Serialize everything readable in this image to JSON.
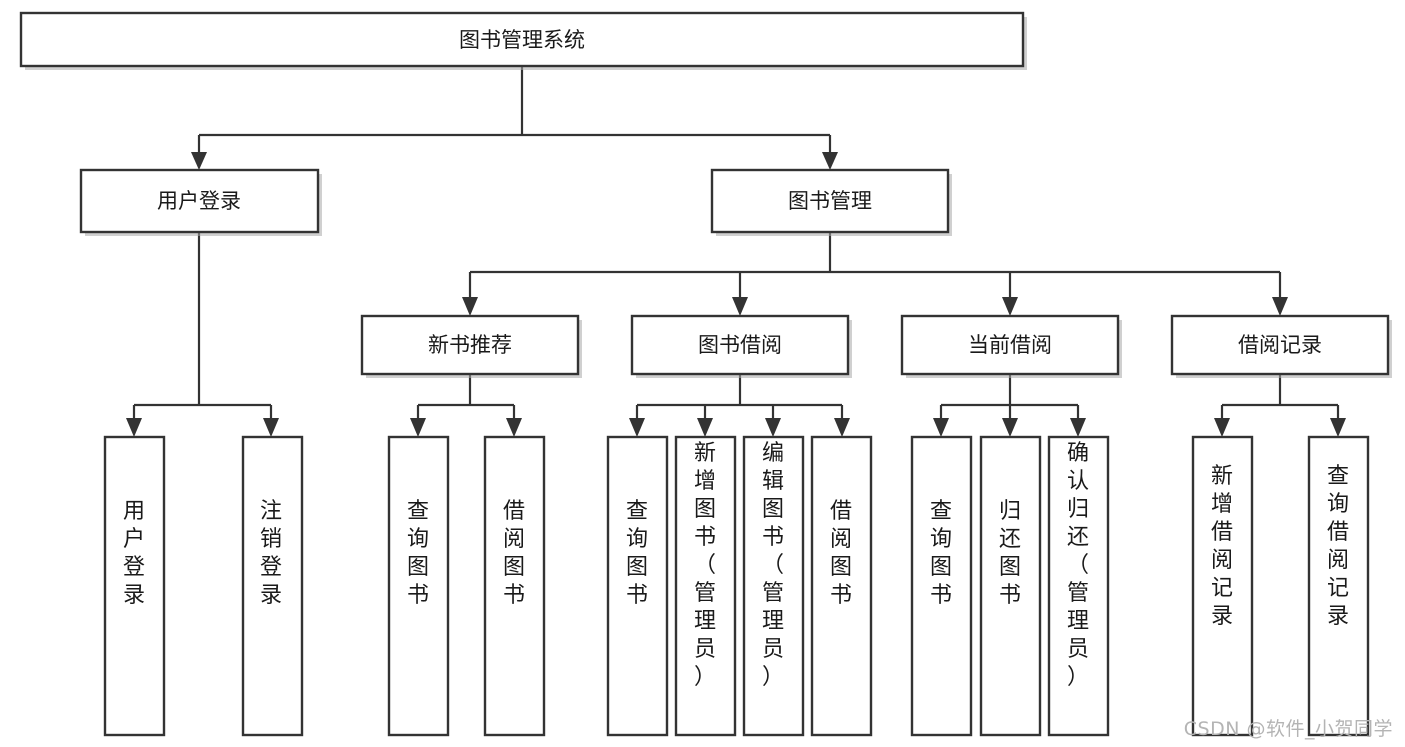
{
  "diagram": {
    "title": "图书管理系统",
    "type": "tree",
    "watermark": "CSDN @软件_小贺同学",
    "colors": {
      "box_stroke": "#333333",
      "box_fill": "#ffffff",
      "connector": "#333333",
      "text": "#1a1a1a",
      "watermark": "#b4b4b4",
      "background": "#ffffff"
    },
    "root": {
      "label": "图书管理系统",
      "children": [
        {
          "label": "用户登录",
          "children": [
            {
              "label": "用户登录"
            },
            {
              "label": "注销登录"
            }
          ]
        },
        {
          "label": "图书管理",
          "children": [
            {
              "label": "新书推荐",
              "children": [
                {
                  "label": "查询图书"
                },
                {
                  "label": "借阅图书"
                }
              ]
            },
            {
              "label": "图书借阅",
              "children": [
                {
                  "label": "查询图书"
                },
                {
                  "label": "新增图书（管理员）"
                },
                {
                  "label": "编辑图书（管理员）"
                },
                {
                  "label": "借阅图书"
                }
              ]
            },
            {
              "label": "当前借阅",
              "children": [
                {
                  "label": "查询图书"
                },
                {
                  "label": "归还图书"
                },
                {
                  "label": "确认归还（管理员）"
                }
              ]
            },
            {
              "label": "借阅记录",
              "children": [
                {
                  "label": "新增借阅记录"
                },
                {
                  "label": "查询借阅记录"
                }
              ]
            }
          ]
        }
      ]
    },
    "nodes": {
      "root": {
        "label": "图书管理系统"
      },
      "l2_user_login": {
        "label": "用户登录"
      },
      "l2_book_manage": {
        "label": "图书管理"
      },
      "l3_new_book": {
        "label": "新书推荐"
      },
      "l3_borrow": {
        "label": "图书借阅"
      },
      "l3_current": {
        "label": "当前借阅"
      },
      "l3_record": {
        "label": "借阅记录"
      },
      "leaf_user_login": {
        "label": "用户登录"
      },
      "leaf_logout": {
        "label": "注销登录"
      },
      "leaf_nb_query": {
        "label": "查询图书"
      },
      "leaf_nb_borrow": {
        "label": "借阅图书"
      },
      "leaf_bb_query": {
        "label": "查询图书"
      },
      "leaf_bb_add": {
        "label": "新增图书（管理员）"
      },
      "leaf_bb_edit": {
        "label": "编辑图书（管理员）"
      },
      "leaf_bb_borrow": {
        "label": "借阅图书"
      },
      "leaf_cb_query": {
        "label": "查询图书"
      },
      "leaf_cb_return": {
        "label": "归还图书"
      },
      "leaf_cb_confirm": {
        "label": "确认归还（管理员）"
      },
      "leaf_rec_add": {
        "label": "新增借阅记录"
      },
      "leaf_rec_query": {
        "label": "查询借阅记录"
      }
    }
  }
}
